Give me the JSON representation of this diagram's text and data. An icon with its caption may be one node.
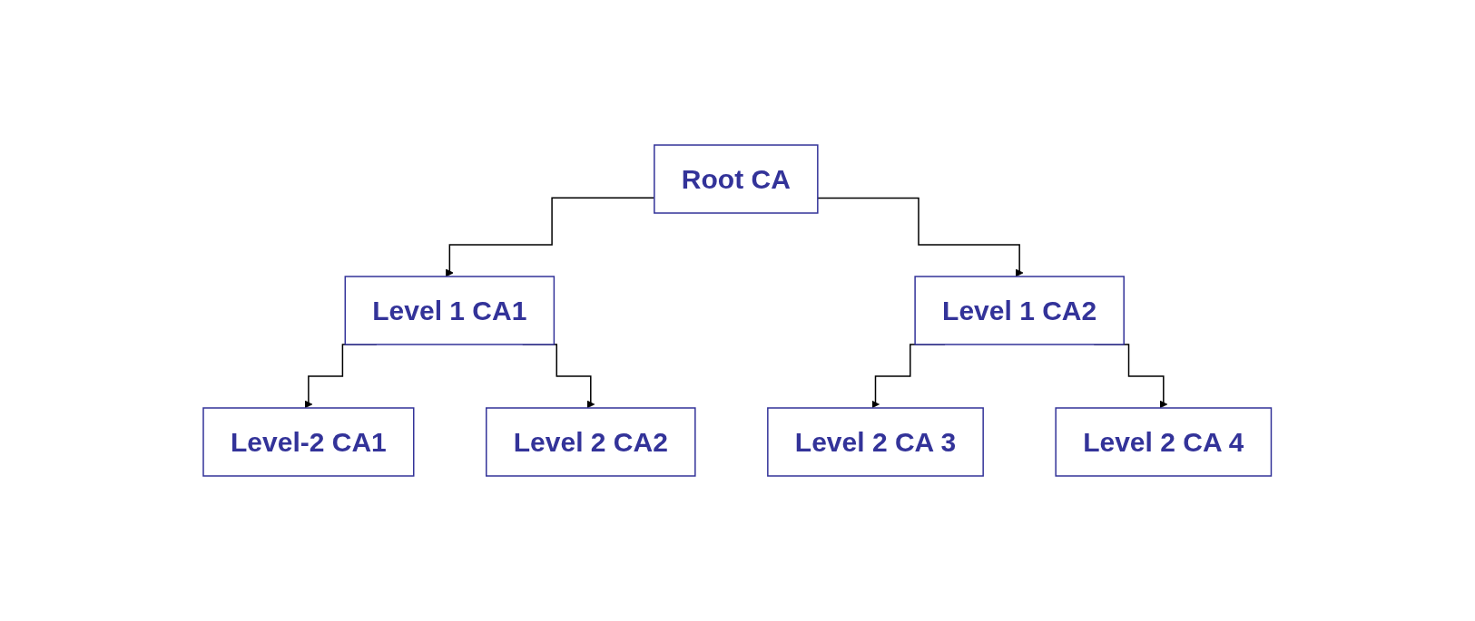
{
  "diagram": {
    "nodes": [
      {
        "text": [
          "Root CA"
        ]
      },
      {
        "text": [
          "Level 1 CA1"
        ]
      },
      {
        "text": [
          "Level 1 CA2"
        ]
      },
      {
        "text": [
          "Level-2 CA1"
        ]
      },
      {
        "text": [
          "Level 2 CA2"
        ]
      },
      {
        "text": [
          "Level 2 CA 3"
        ]
      },
      {
        "text": [
          "Level 2 CA 4"
        ]
      }
    ],
    "edges": [
      {
        "from": 0,
        "to": 1,
        "arrow": "to"
      },
      {
        "from": 0,
        "to": 2,
        "arrow": "to"
      },
      {
        "from": 1,
        "to": 3,
        "arrow": "to"
      },
      {
        "from": 1,
        "to": 4,
        "arrow": "to"
      },
      {
        "from": 2,
        "to": 5,
        "arrow": "to"
      },
      {
        "from": 2,
        "to": 6,
        "arrow": "to"
      }
    ]
  }
}
